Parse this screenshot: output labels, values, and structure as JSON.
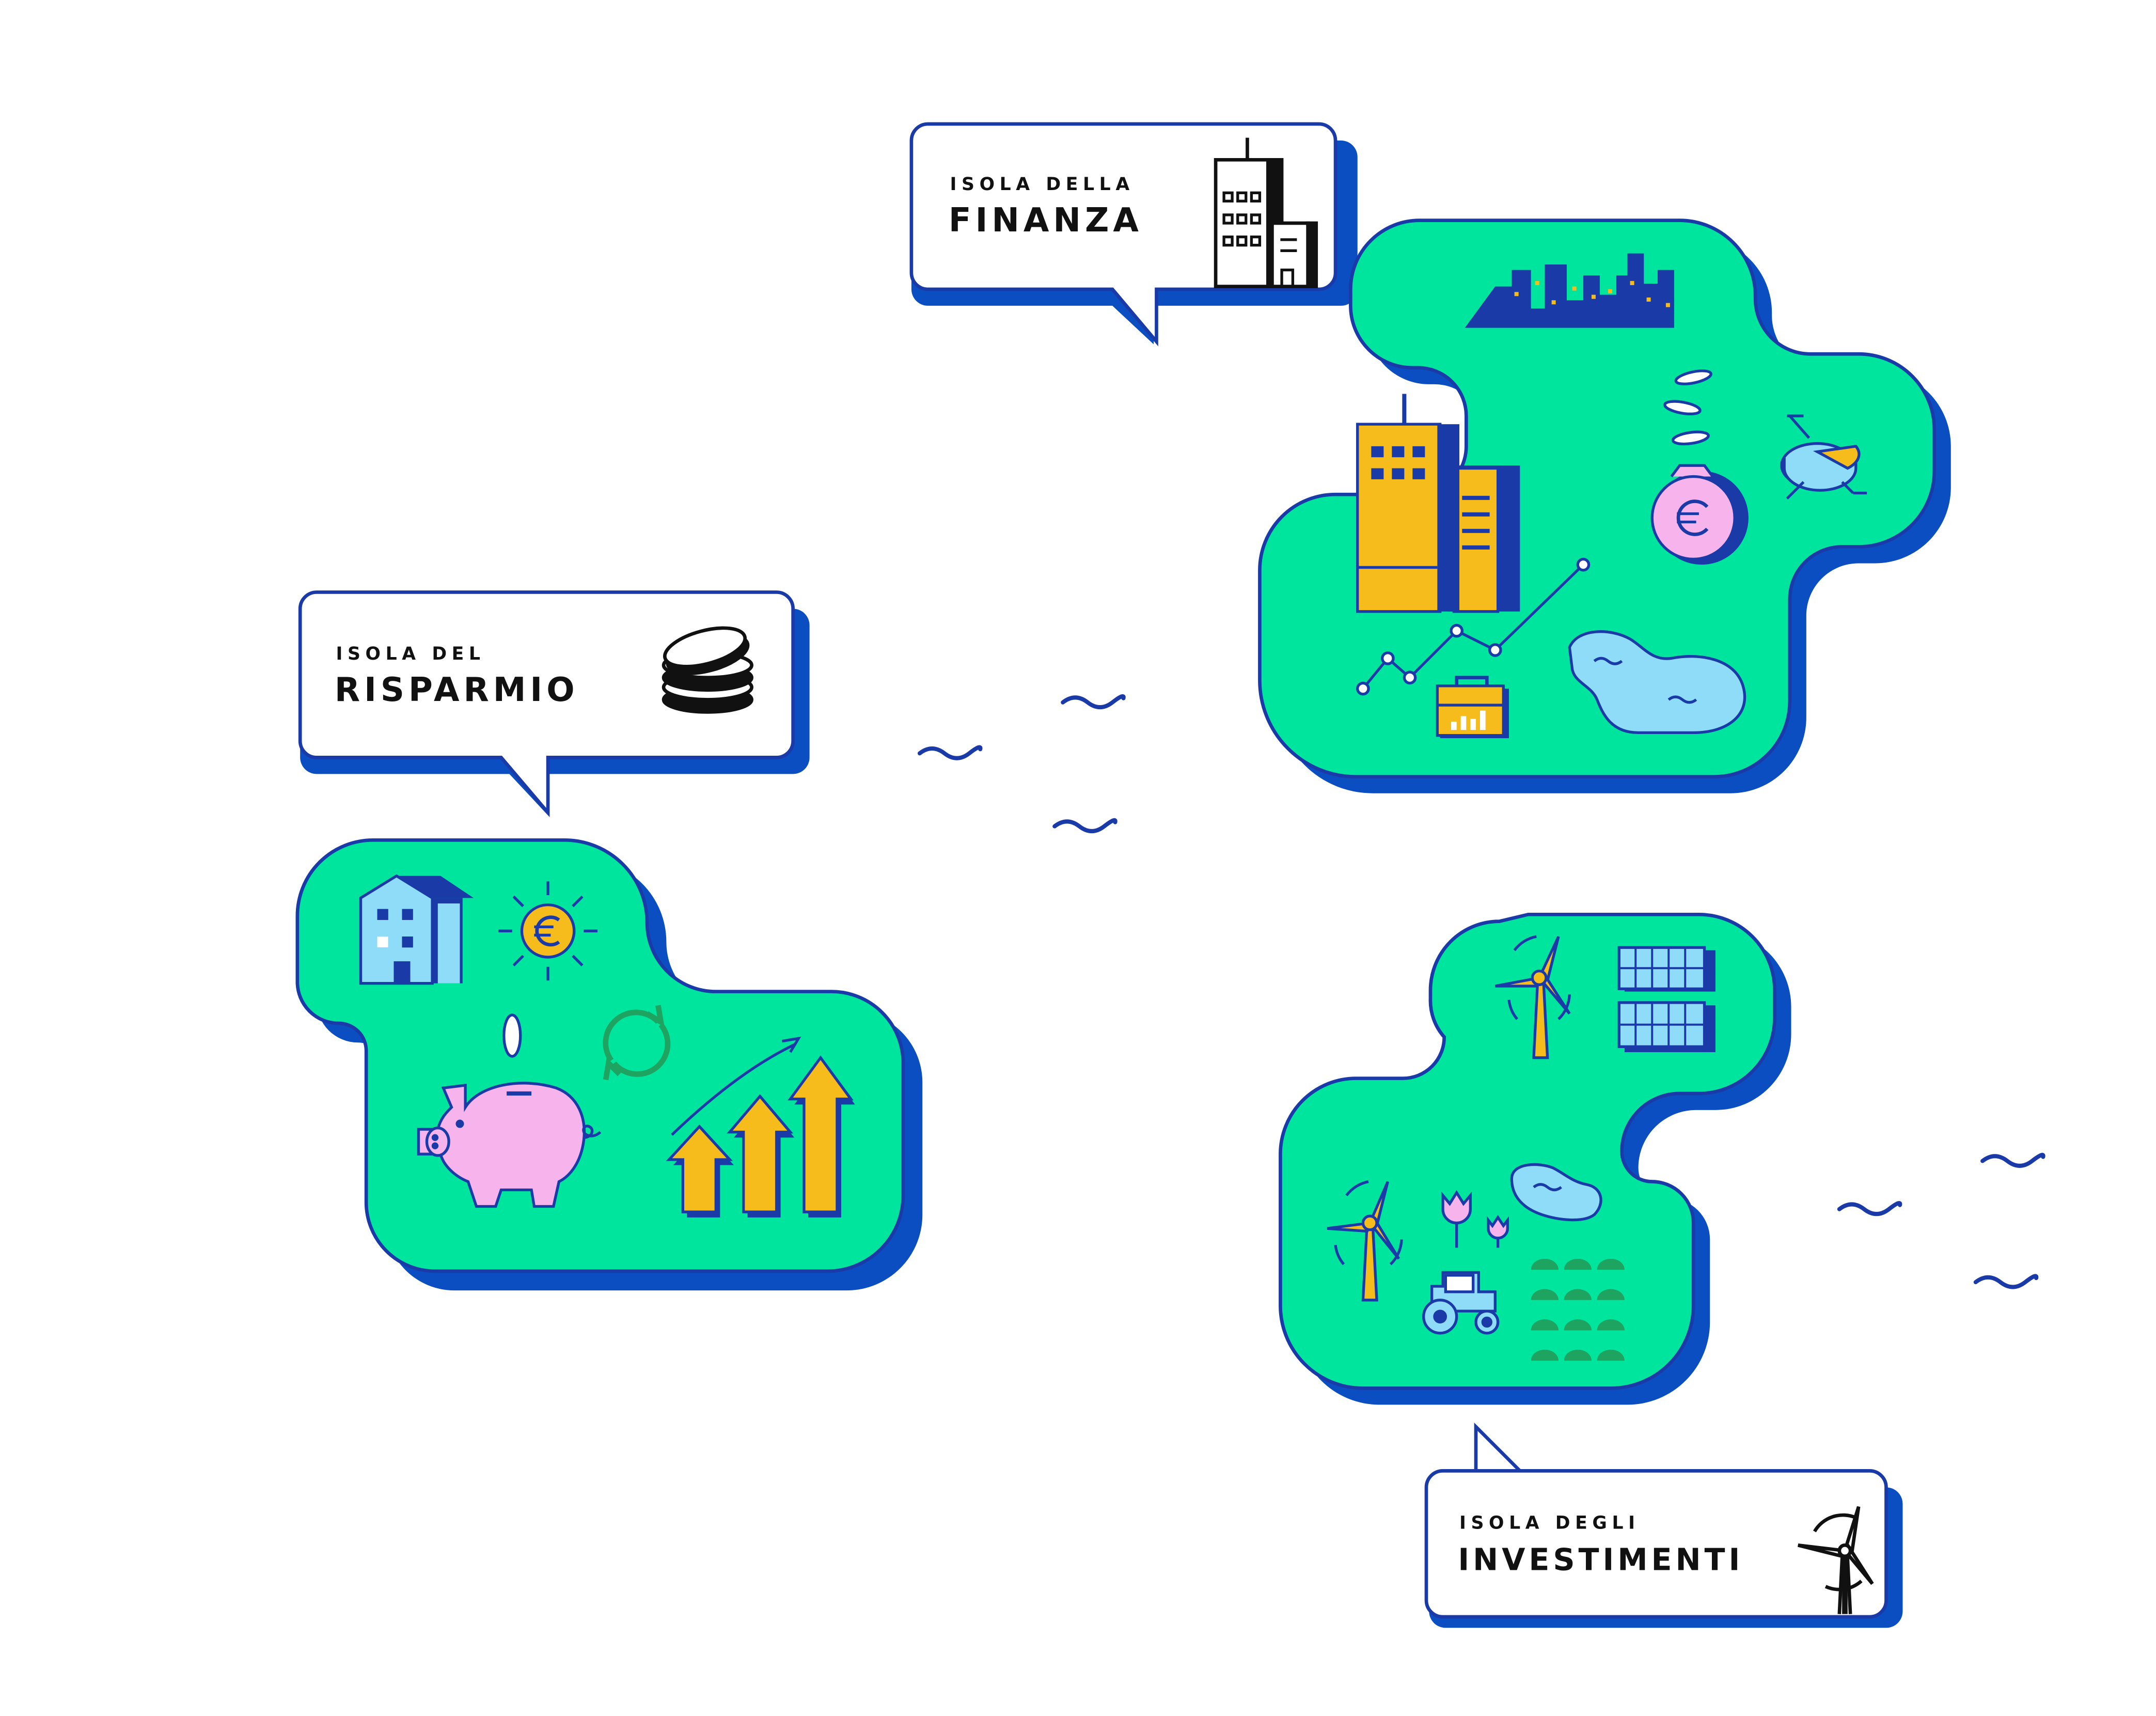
{
  "colors": {
    "island_green": "#00e59e",
    "island_shadow": "#0a4ec2",
    "outline_blue": "#1a3aa8",
    "yellow": "#f6bc1b",
    "pink": "#f7b4ec",
    "light_blue": "#8fdcf8",
    "dark_green": "#1ea460",
    "black": "#111111",
    "white": "#ffffff"
  },
  "labels": {
    "finanza": {
      "small": "ISOLA DELLA",
      "big": "FINANZA",
      "icon": "skyscraper-icon"
    },
    "risparmio": {
      "small": "ISOLA DEL",
      "big": "RISPARMIO",
      "icon": "coin-stack-icon"
    },
    "investimenti": {
      "small": "ISOLA DEGLI",
      "big": "INVESTIMENTI",
      "icon": "wind-turbine-icon"
    }
  },
  "islands": {
    "finanza": {
      "icons": [
        "city-skyline-icon",
        "office-buildings-icon",
        "falling-coins-icon",
        "money-bag-euro-icon",
        "pie-chart-icon",
        "line-chart-icon",
        "briefcase-icon",
        "lake-icon"
      ]
    },
    "risparmio": {
      "icons": [
        "house-icon",
        "euro-sun-icon",
        "coin-icon",
        "recycle-arrows-icon",
        "piggy-bank-icon",
        "growth-arrows-icon"
      ]
    },
    "investimenti": {
      "icons": [
        "wind-turbine-icon",
        "solar-panel-icon",
        "tulip-icon",
        "pond-icon",
        "tractor-icon",
        "field-rows-icon"
      ]
    }
  },
  "decor": {
    "waves": "wave-icon"
  }
}
